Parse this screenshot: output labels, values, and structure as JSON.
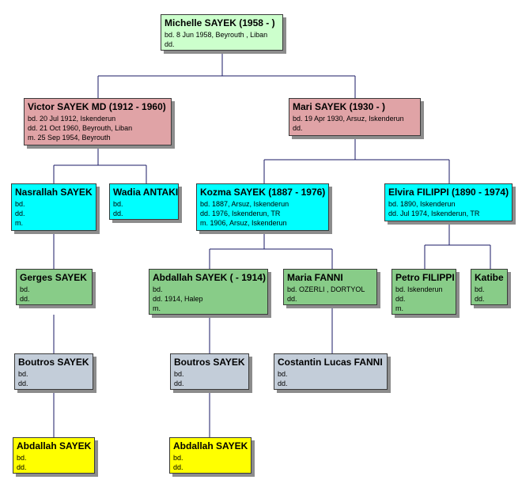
{
  "nodes": {
    "michelle": {
      "name": "Michelle SAYEK (1958 - )",
      "lines": [
        "bd. 8 Jun 1958, Beyrouth , Liban",
        "dd."
      ]
    },
    "victor": {
      "name": "Victor SAYEK MD (1912 - 1960)",
      "lines": [
        "bd. 20 Jul 1912, Iskenderun",
        "dd. 21 Oct 1960, Beyrouth, Liban",
        "m. 25 Sep 1954, Beyrouth"
      ]
    },
    "mari": {
      "name": "Mari SAYEK (1930 - )",
      "lines": [
        "bd. 19 Apr 1930, Arsuz, Iskenderun",
        "dd."
      ]
    },
    "nasrallah": {
      "name": "Nasrallah SAYEK",
      "lines": [
        "bd.",
        "dd.",
        "m."
      ]
    },
    "wadia": {
      "name": "Wadia ANTAKI",
      "lines": [
        "bd.",
        "dd."
      ]
    },
    "kozma": {
      "name": "Kozma SAYEK (1887 - 1976)",
      "lines": [
        "bd. 1887, Arsuz, Iskenderun",
        "dd. 1976, Iskenderun, TR",
        "m. 1906, Arsuz, Iskenderun"
      ]
    },
    "elvira": {
      "name": "Elvira FILIPPI (1890 - 1974)",
      "lines": [
        "bd. 1890, Iskenderun",
        "dd. Jul 1974, Iskenderun, TR"
      ]
    },
    "gerges": {
      "name": "Gerges SAYEK",
      "lines": [
        "bd.",
        "dd."
      ]
    },
    "abdallah1914": {
      "name": "Abdallah SAYEK ( - 1914)",
      "lines": [
        "bd.",
        "dd. 1914, Halep",
        "m."
      ]
    },
    "maria": {
      "name": "Maria FANNI",
      "lines": [
        "bd. OZERLI , DORTYOL",
        "dd."
      ]
    },
    "petro": {
      "name": "Petro FILIPPI",
      "lines": [
        "bd. Iskenderun",
        "dd.",
        "m."
      ]
    },
    "katibe": {
      "name": "Katibe",
      "lines": [
        "bd.",
        "dd."
      ]
    },
    "boutros1": {
      "name": "Boutros SAYEK",
      "lines": [
        "bd.",
        "dd."
      ]
    },
    "boutros2": {
      "name": "Boutros SAYEK",
      "lines": [
        "bd.",
        "dd."
      ]
    },
    "costantin": {
      "name": "Costantin Lucas FANNI",
      "lines": [
        "bd.",
        "dd."
      ]
    },
    "abdallah1": {
      "name": "Abdallah SAYEK",
      "lines": [
        "bd.",
        "dd."
      ]
    },
    "abdallah2": {
      "name": "Abdallah SAYEK",
      "lines": [
        "bd.",
        "dd."
      ]
    }
  }
}
